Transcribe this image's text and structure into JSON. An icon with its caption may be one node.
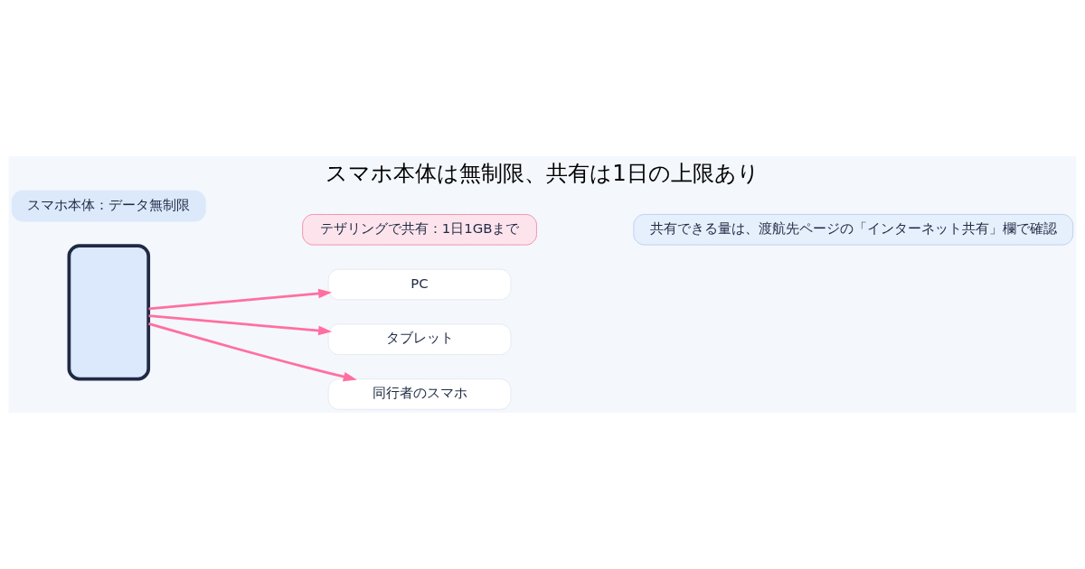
{
  "diagram": {
    "title": "スマホ本体は無制限、共有は1日の上限あり",
    "nodes": [
      {
        "text": [],
        "shape": "phone"
      },
      {
        "text": [
          "スマホ本体：データ無制限"
        ]
      },
      {
        "text": [
          "テザリングで共有：1日1GBまで"
        ]
      },
      {
        "text": [
          "PC"
        ]
      },
      {
        "text": [
          "タブレット"
        ]
      },
      {
        "text": [
          "同行者のスマホ"
        ]
      },
      {
        "text": [
          "共有できる量は、渡航先ページの「インターネット共有」欄で確認"
        ]
      }
    ],
    "edges": [
      {
        "from": 0,
        "to": 3,
        "arrow": "to"
      },
      {
        "from": 0,
        "to": 4,
        "arrow": "to"
      },
      {
        "from": 0,
        "to": 5,
        "arrow": "to"
      }
    ]
  }
}
